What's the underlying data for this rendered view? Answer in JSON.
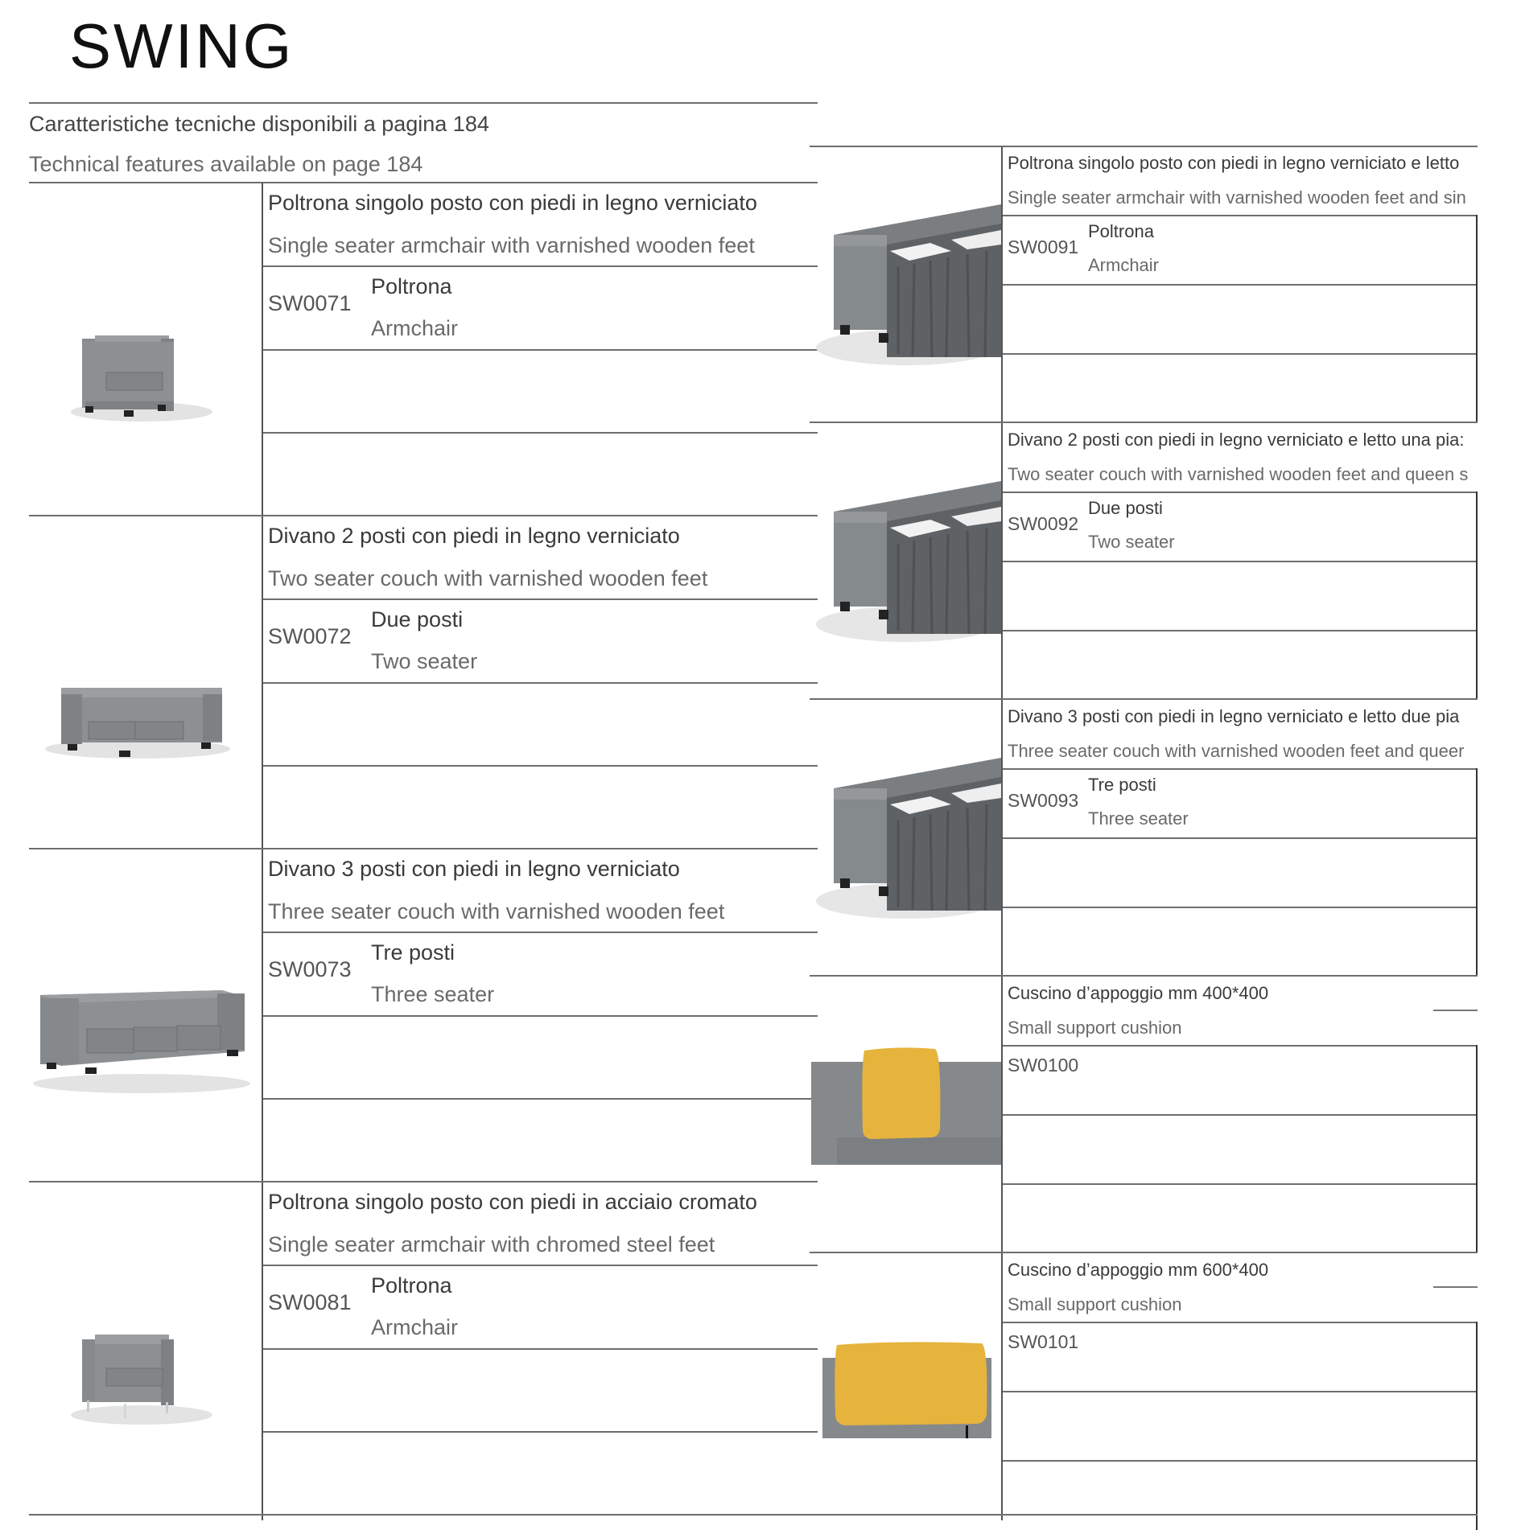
{
  "title": "SWING",
  "intro": {
    "it": "Caratteristiche tecniche disponibili a pagina 184",
    "en": "Technical features available on page 184"
  },
  "colors": {
    "upholstery_grey": "#8a8d90",
    "cushion_yellow": "#e6b43c",
    "rule": "#6e6e6e"
  },
  "left_products": [
    {
      "image": "armchair-wooden-feet",
      "description_it": "Poltrona singolo posto con piedi in legno verniciato",
      "description_en": "Single seater armchair with varnished wooden feet",
      "code": "SW0071",
      "name_it": "Poltrona",
      "name_en": "Armchair"
    },
    {
      "image": "two-seater-sofa-wooden-feet",
      "description_it": "Divano 2 posti con piedi in legno verniciato",
      "description_en": "Two seater couch with varnished wooden feet",
      "code": "SW0072",
      "name_it": "Due posti",
      "name_en": "Two seater"
    },
    {
      "image": "three-seater-sofa-wooden-feet",
      "description_it": "Divano 3 posti con piedi in legno verniciato",
      "description_en": "Three seater couch with varnished wooden feet",
      "code": "SW0073",
      "name_it": "Tre posti",
      "name_en": "Three seater"
    },
    {
      "image": "armchair-chrome-feet",
      "description_it": "Poltrona singolo posto con piedi in acciaio cromato",
      "description_en": "Single seater armchair with chromed steel feet",
      "code": "SW0081",
      "name_it": "Poltrona",
      "name_en": "Armchair"
    }
  ],
  "right_products": [
    {
      "image": "sofa-bed-open",
      "description_it": "Poltrona singolo posto con piedi in legno verniciato e letto",
      "description_en": "Single seater armchair with varnished wooden feet and sin",
      "code": "SW0091",
      "name_it": "Poltrona",
      "name_en": "Armchair"
    },
    {
      "image": "sofa-bed-open",
      "description_it": "Divano 2 posti con piedi in legno verniciato e letto una pia:",
      "description_en": "Two seater couch with varnished wooden feet and queen s",
      "code": "SW0092",
      "name_it": "Due posti",
      "name_en": "Two seater"
    },
    {
      "image": "sofa-bed-open",
      "description_it": "Divano 3 posti con piedi in legno verniciato e letto due pia",
      "description_en": "Three seater couch with varnished wooden feet and queer",
      "code": "SW0093",
      "name_it": "Tre posti",
      "name_en": "Three seater"
    },
    {
      "image": "support-cushion-square",
      "description_it": "Cuscino d’appoggio mm 400*400",
      "description_en": "Small support cushion",
      "code": "SW0100",
      "name_it": "",
      "name_en": ""
    },
    {
      "image": "support-cushion-rectangular",
      "description_it": "Cuscino d’appoggio mm 600*400",
      "description_en": "Small support cushion",
      "code": "SW0101",
      "name_it": "",
      "name_en": ""
    }
  ]
}
